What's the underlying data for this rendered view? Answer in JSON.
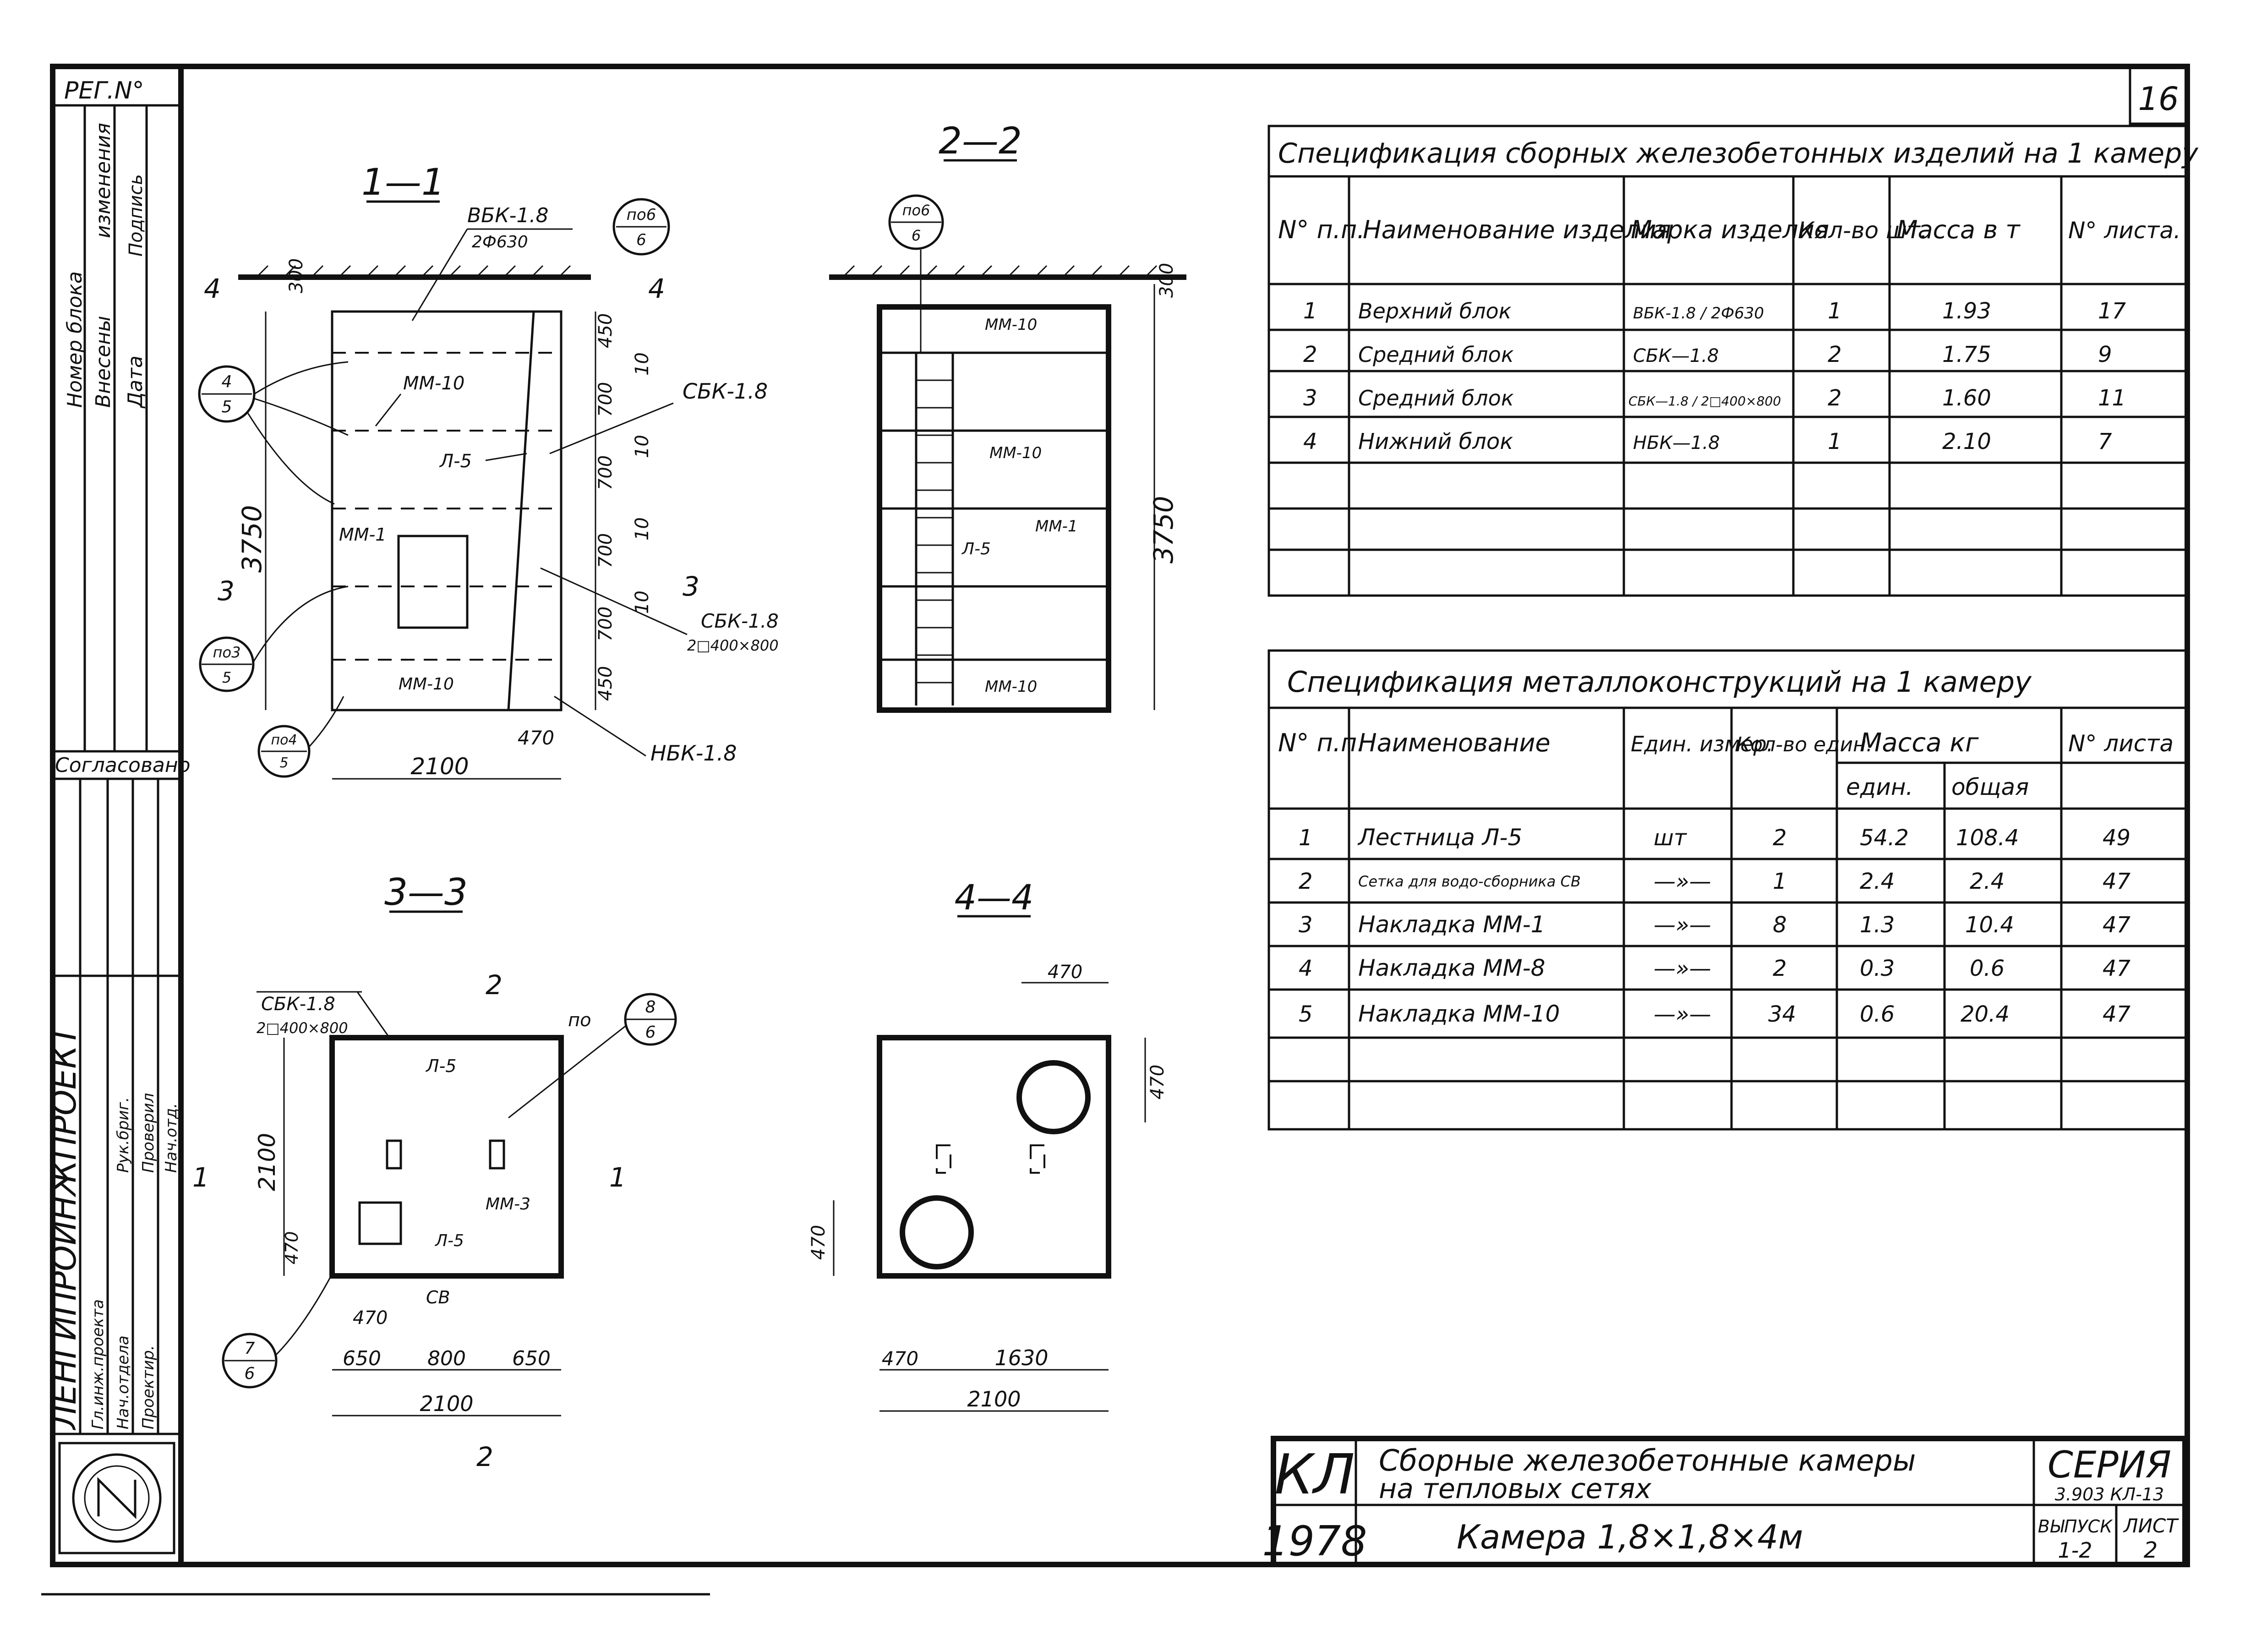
{
  "sheet_number": "16",
  "reg_label": "РЕГ.N°",
  "stamp_left": {
    "rows": [
      "Номер блока",
      "Внесены",
      "Дата",
      "изменения",
      "Подпись",
      "Согласовано"
    ],
    "org": "ЛЕНГИПРОИНЖПРОЕКТ",
    "roles": [
      "Гл.инж.проекта",
      "Нач.отдела",
      "Рук.бриг.",
      "Проектир.",
      "Проверил",
      "Нач.отд."
    ]
  },
  "views": {
    "s11": "1—1",
    "s22": "2—2",
    "s33": "3—3",
    "s44": "4—4",
    "cut3": "3",
    "cut4": "4",
    "cut1": "1",
    "cut2": "2"
  },
  "labels": {
    "vbk": "ВБК-1.8",
    "vbk_sub": "2Ф630",
    "sbk": "СБК-1.8",
    "sbk2": "СБК-1.8",
    "sbk2_sub": "2□400×800",
    "nbk": "НБК-1.8",
    "mm10": "ММ-10",
    "mm1": "ММ-1",
    "mm3": "ММ-3",
    "l5": "Л-5",
    "cb": "СВ",
    "po": "по",
    "c_po6": "по6",
    "c_po6_b": "6",
    "c_45a": "4",
    "c_45b": "5",
    "c_po3": "по3",
    "c_po3_b": "5",
    "c_po4": "по4",
    "c_po4_b": "5",
    "c_8": "8",
    "c_8_b": "6",
    "c_7": "7",
    "c_7_b": "6"
  },
  "dims": {
    "d300": "300",
    "d450": "450",
    "d700": "700",
    "d10": "10",
    "d3750": "3750",
    "d2100": "2100",
    "d470": "470",
    "d650": "650",
    "d800": "800",
    "d1630": "1630"
  },
  "table1": {
    "title": "Спецификация сборных железобетонных изделий на 1 камеру",
    "headers": [
      "N° п.п.",
      "Наименование изделия",
      "Марка изделия",
      "Кол-во шт.",
      "Масса в т",
      "N° листа."
    ],
    "rows": [
      [
        "1",
        "Верхний блок",
        "ВБК-1.8 / 2Ф630",
        "1",
        "1.93",
        "17"
      ],
      [
        "2",
        "Средний блок",
        "СБК—1.8",
        "2",
        "1.75",
        "9"
      ],
      [
        "3",
        "Средний блок",
        "СБК—1.8 / 2□400×800",
        "2",
        "1.60",
        "11"
      ],
      [
        "4",
        "Нижний блок",
        "НБК—1.8",
        "1",
        "2.10",
        "7"
      ]
    ]
  },
  "table2": {
    "title": "Спецификация металлоконструкций на 1 камеру",
    "headers": [
      "N° п.п.",
      "Наименование",
      "Един. измер.",
      "Кол-во един.",
      "Масса кг",
      "един.",
      "общая",
      "N° листа"
    ],
    "rows": [
      [
        "1",
        "Лестница Л-5",
        "шт",
        "2",
        "54.2",
        "108.4",
        "49"
      ],
      [
        "2",
        "Сетка для водо-сборника СВ",
        "—»—",
        "1",
        "2.4",
        "2.4",
        "47"
      ],
      [
        "3",
        "Накладка ММ-1",
        "—»—",
        "8",
        "1.3",
        "10.4",
        "47"
      ],
      [
        "4",
        "Накладка ММ-8",
        "—»—",
        "2",
        "0.3",
        "0.6",
        "47"
      ],
      [
        "5",
        "Накладка ММ-10",
        "—»—",
        "34",
        "0.6",
        "20.4",
        "47"
      ]
    ]
  },
  "title_block": {
    "code": "КЛ",
    "year": "1978",
    "line1": "Сборные железобетонные камеры",
    "line2": "на тепловых сетях",
    "name": "Камера 1,8×1,8×4м",
    "series_label": "СЕРИЯ",
    "series": "3.903 КЛ-13",
    "issue_label": "ВЫПУСК",
    "issue": "1-2",
    "sheet_label": "ЛИСТ",
    "sheet": "2"
  }
}
